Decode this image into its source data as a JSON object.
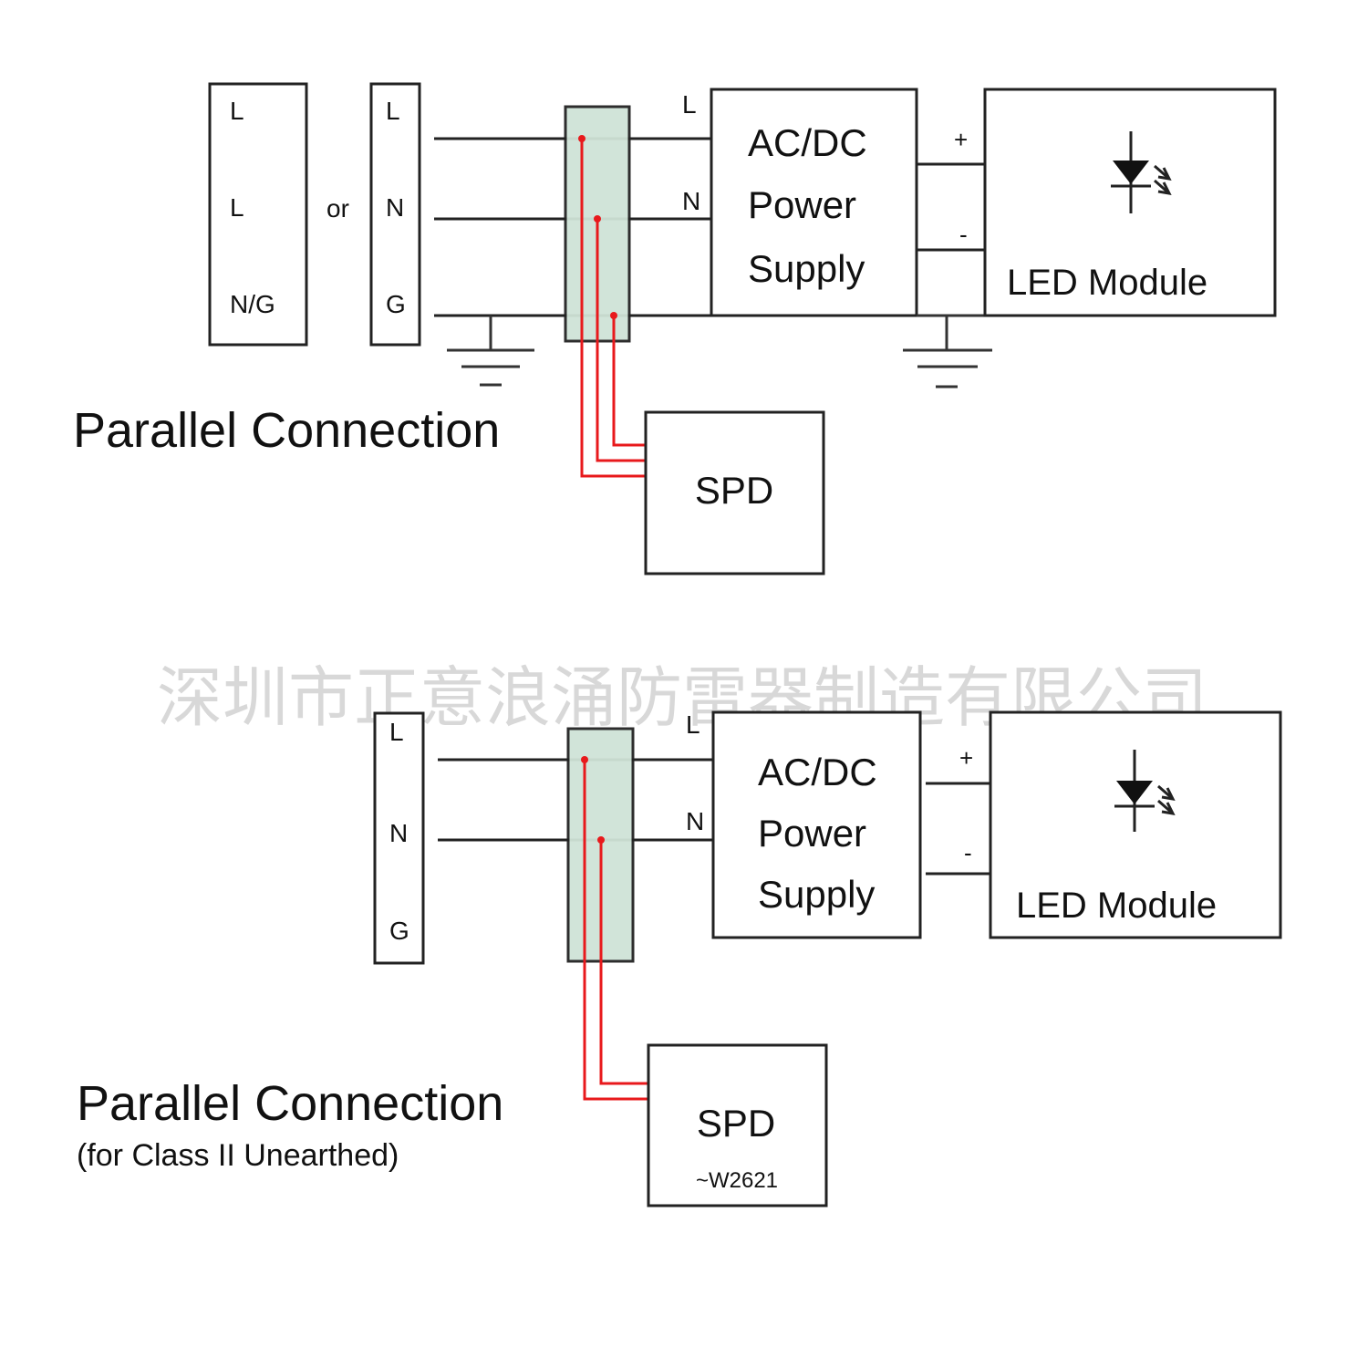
{
  "top": {
    "option_a": {
      "l1": "L",
      "l2": "L",
      "ng": "N/G"
    },
    "or_label": "or",
    "option_b": {
      "l": "L",
      "n": "N",
      "g": "G"
    },
    "psu": {
      "line1": "AC/DC",
      "line2": "Power",
      "line3": "Supply",
      "in_l": "L",
      "in_n": "N"
    },
    "out_plus": "+",
    "out_minus": "-",
    "led_module": "LED Module",
    "spd": "SPD",
    "title": "Parallel Connection"
  },
  "watermark": "深圳市正意浪涌防雷器制造有限公司",
  "bottom": {
    "terminal": {
      "l": "L",
      "n": "N",
      "g": "G"
    },
    "psu": {
      "line1": "AC/DC",
      "line2": "Power",
      "line3": "Supply",
      "in_l": "L",
      "in_n": "N"
    },
    "out_plus": "+",
    "out_minus": "-",
    "led_module": "LED Module",
    "spd": "SPD",
    "spd_model": "~W2621",
    "title": "Parallel Connection",
    "subtitle": "(for Class II Unearthed)"
  },
  "colors": {
    "wire": "#222222",
    "spd_wire": "#e8191c",
    "strip_fill": "#cfe3d7",
    "watermark": "#d8d8d8"
  }
}
